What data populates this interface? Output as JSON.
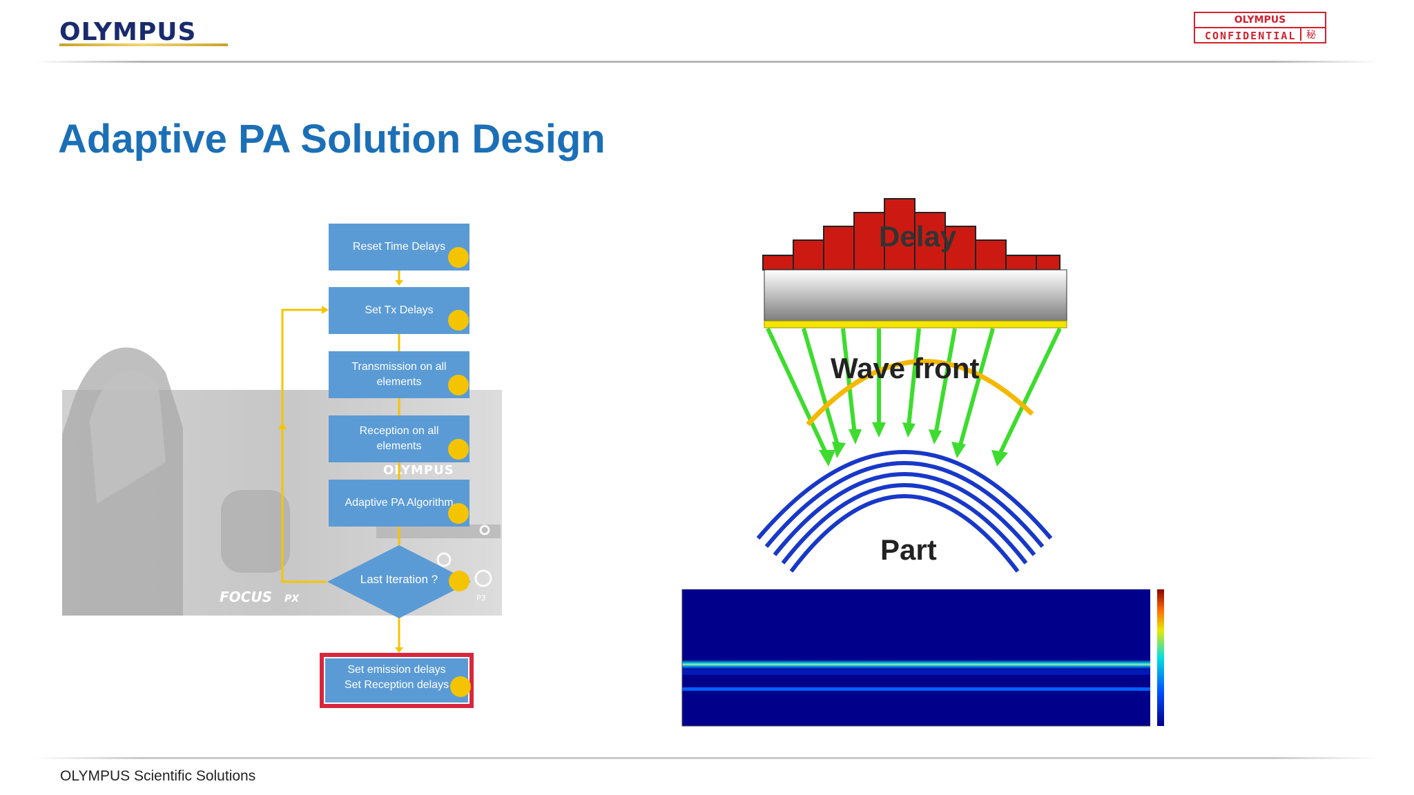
{
  "header": {
    "logo_text": "OLYMPUS",
    "confidential_brand": "OLYMPUS",
    "confidential_label": "CONFIDENTIAL",
    "confidential_stamp": "秘"
  },
  "slide": {
    "title": "Adaptive PA Solution Design"
  },
  "flowchart": {
    "steps": [
      "Reset Time Delays",
      "Set Tx Delays",
      "Transmission on all elements",
      "Reception on all elements",
      "Adaptive PA Algorithm"
    ],
    "decision": "Last Iteration ?",
    "final_line1": "Set emission delays",
    "final_line2": "Set Reception delays",
    "device_brand": "OLYMPUS",
    "device_model": "FOCUS",
    "device_model_suffix": "PX",
    "connector_label": "P3"
  },
  "diagram": {
    "delay_label": "Delay",
    "wavefront_label": "Wave front",
    "part_label": "Part"
  },
  "colors": {
    "title_blue": "#1b6fb7",
    "flow_box": "#5b9bd5",
    "flow_arrow": "#f5c400",
    "highlight_frame": "#d9263c",
    "delay_bars": "#cc1a12",
    "rays": "#3ddc2e",
    "wavefront": "#f5b800",
    "part_lines": "#1838c8",
    "heatmap_bg": "#00008b"
  },
  "footer": {
    "text": "OLYMPUS Scientific Solutions"
  }
}
